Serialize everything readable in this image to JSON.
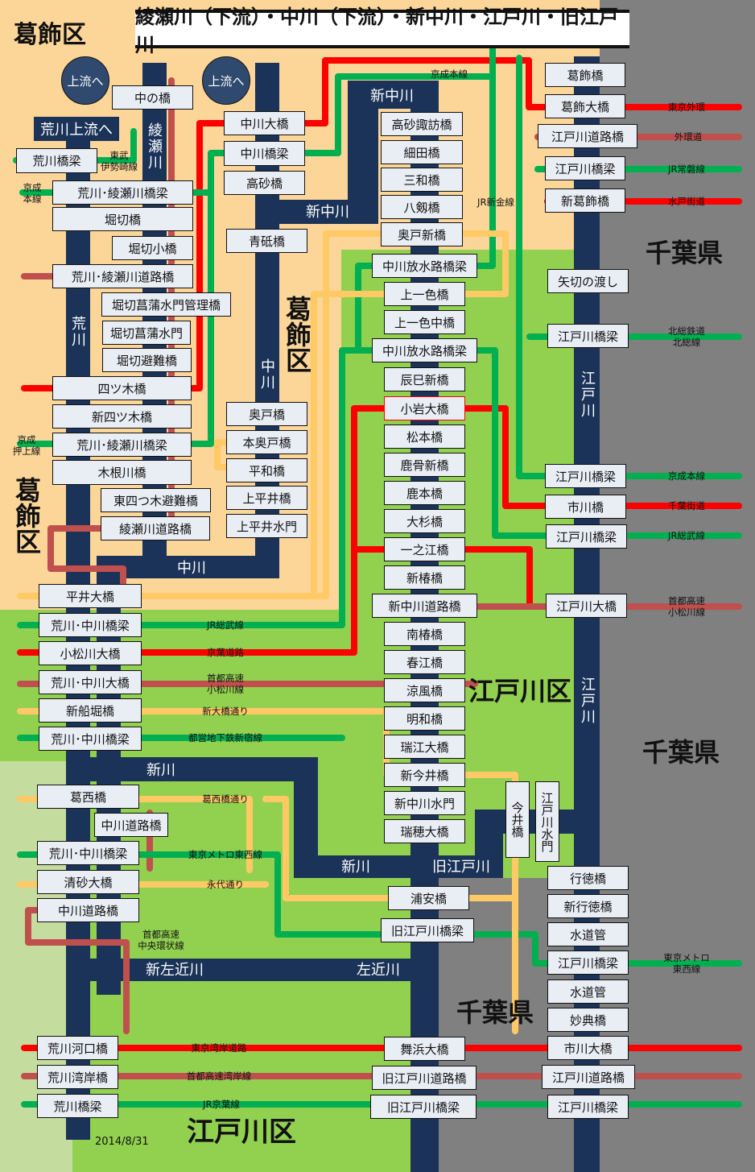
{
  "title": "綾瀬川（下流）・中川（下流）・新中川・江戸川・旧江戸川",
  "upstream_buttons": [
    "上流へ",
    "上流へ"
  ],
  "arakawa_upstream": "荒川上流へ",
  "date": "2014/8/31",
  "wards": [
    "葛飾区",
    "葛飾区",
    "葛飾区",
    "千葉県",
    "千葉県",
    "江戸川区",
    "千葉県",
    "江戸川区"
  ],
  "rivers": [
    "綾瀬川",
    "荒川",
    "中川",
    "新中川",
    "新中川",
    "中川",
    "江戸川",
    "江戸川",
    "新川",
    "新川",
    "旧江戸川",
    "新左近川",
    "左近川"
  ],
  "bridges": [
    "中の橋",
    "荒川橋梁",
    "荒川･綾瀬川橋梁",
    "堀切橋",
    "堀切小橋",
    "荒川･綾瀬川道路橋",
    "堀切菖蒲水門管理橋",
    "堀切菖蒲水門",
    "堀切避難橋",
    "四ツ木橋",
    "新四ツ木橋",
    "荒川･綾瀬川橋梁",
    "木根川橋",
    "東四つ木避難橋",
    "綾瀬川道路橋",
    "中川大橋",
    "中川橋梁",
    "高砂橋",
    "青砥橋",
    "奥戸橋",
    "本奥戸橋",
    "平和橋",
    "上平井橋",
    "上平井水門",
    "高砂諏訪橋",
    "細田橋",
    "三和橋",
    "八剱橋",
    "奥戸新橋",
    "中川放水路橋梁",
    "上一色橋",
    "上一色中橋",
    "中川放水路橋梁",
    "辰巳新橋",
    "小岩大橋",
    "松本橋",
    "鹿骨新橋",
    "鹿本橋",
    "大杉橋",
    "一之江橋",
    "新椿橋",
    "新中川道路橋",
    "南椿橋",
    "春江橋",
    "涼風橋",
    "明和橋",
    "瑞江大橋",
    "新今井橋",
    "新中川水門",
    "瑞穂大橋",
    "浦安橋",
    "旧江戸川橋梁",
    "舞浜大橋",
    "旧江戸川道路橋",
    "旧江戸川橋梁",
    "葛飾橋",
    "葛飾大橋",
    "江戸川道路橋",
    "江戸川橋梁",
    "新葛飾橋",
    "矢切の渡し",
    "江戸川橋梁",
    "江戸川橋梁",
    "市川橋",
    "江戸川橋梁",
    "江戸川大橋",
    "今井橋",
    "江戸川水門",
    "行徳橋",
    "新行徳橋",
    "水道管",
    "江戸川橋梁",
    "水道管",
    "妙典橋",
    "市川大橋",
    "江戸川道路橋",
    "江戸川橋梁",
    "平井大橋",
    "荒川･中川橋梁",
    "小松川大橋",
    "荒川･中川大橋",
    "新船堀橋",
    "荒川･中川橋梁",
    "葛西橋",
    "中川道路橋",
    "荒川･中川橋梁",
    "清砂大橋",
    "中川道路橋",
    "荒川河口橋",
    "荒川湾岸橋",
    "荒川橋梁"
  ],
  "line_labels": [
    "京成本線",
    "東武\n伊勢崎線",
    "京成\n本線",
    "京成\n押上線",
    "JR新金線",
    "東京外環",
    "外環道",
    "JR常磐線",
    "水戸街道",
    "北総鉄道\n北総線",
    "京成本線",
    "千葉街道",
    "JR総武線",
    "首都高速\n小松川線",
    "東京メトロ\n東西線",
    "JR総武線",
    "京葉道路",
    "首都高速\n小松川線",
    "新大橋通り",
    "都営地下鉄新宿線",
    "葛西橋通り",
    "東京メトロ東西線",
    "永代通り",
    "首都高速\n中央環状線",
    "東京湾岸道路",
    "首都高速湾岸線",
    "JR京葉線"
  ],
  "colors": {
    "river": "#1b3358",
    "katsushika": "#fcd598",
    "edogawa": "#92d050",
    "chiba": "#808080",
    "coast": "#c5dc9f",
    "expressway": "#ff0000",
    "highway_route": "#c0504d",
    "railway": "#00b050",
    "road": "#ffc966"
  }
}
